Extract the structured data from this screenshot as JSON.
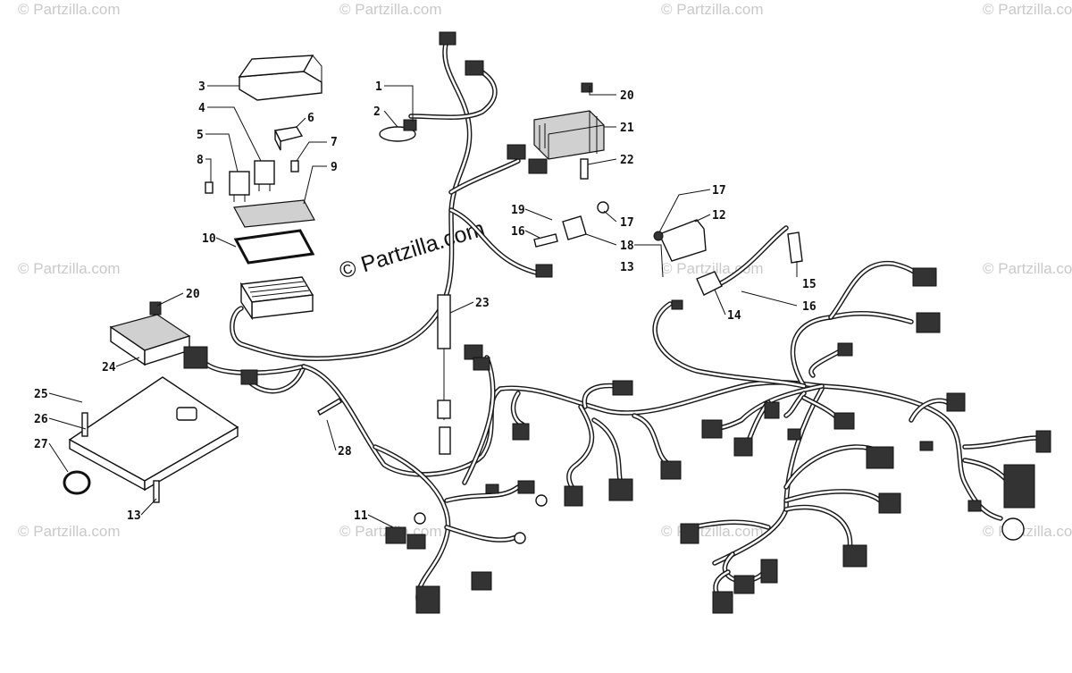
{
  "watermark": {
    "site": "© Partzilla.com",
    "main": "© Partzilla.com"
  },
  "callouts": {
    "c1": "1",
    "c2": "2",
    "c3": "3",
    "c4": "4",
    "c5": "5",
    "c6": "6",
    "c7": "7",
    "c8": "8",
    "c9": "9",
    "c10": "10",
    "c11": "11",
    "c12": "12",
    "c13a": "13",
    "c13b": "13",
    "c14": "14",
    "c15": "15",
    "c16a": "16",
    "c16b": "16",
    "c17a": "17",
    "c17b": "17",
    "c18": "18",
    "c19": "19",
    "c20a": "20",
    "c20b": "20",
    "c21": "21",
    "c22": "22",
    "c23": "23",
    "c24": "24",
    "c25": "25",
    "c26": "26",
    "c27": "27",
    "c28": "28"
  }
}
